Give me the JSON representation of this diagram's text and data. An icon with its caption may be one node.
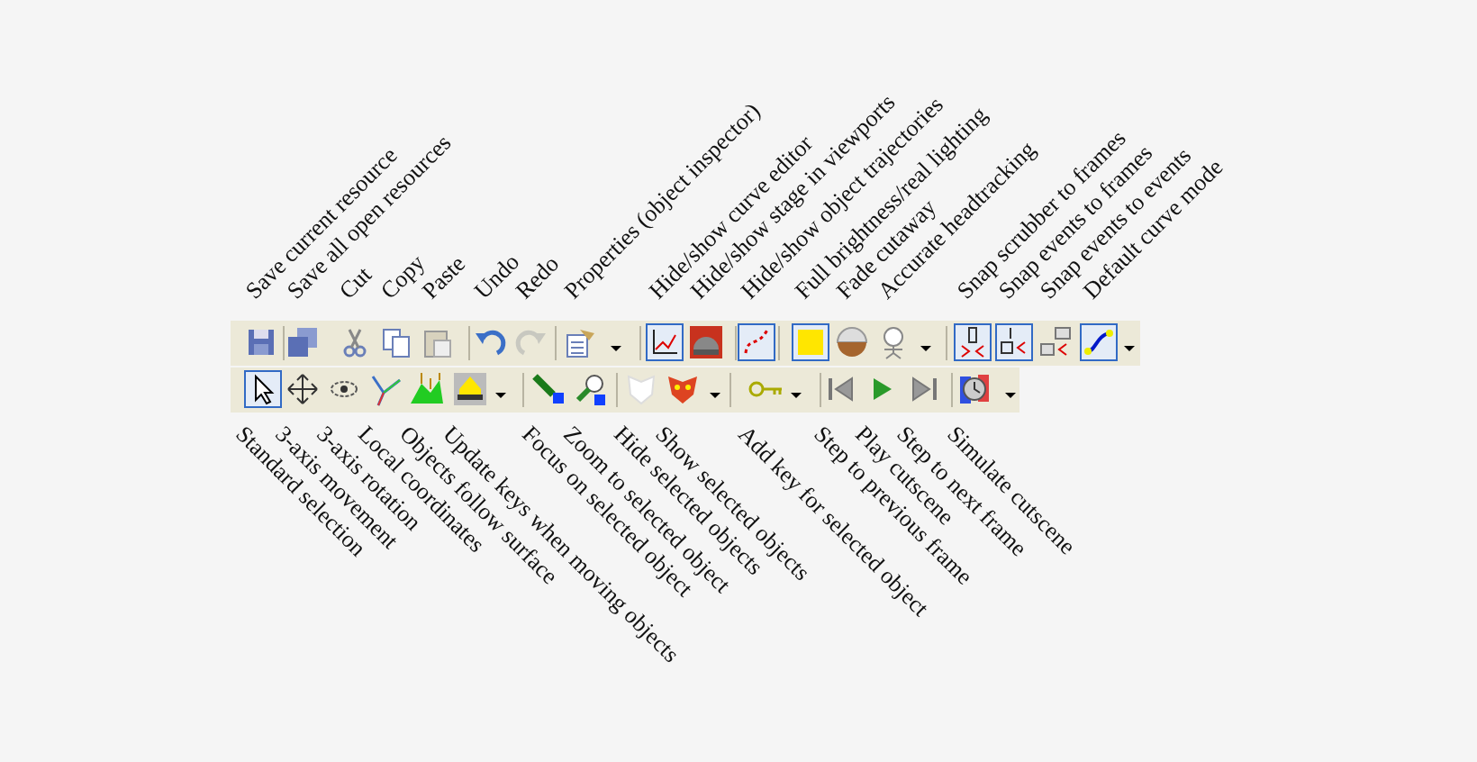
{
  "diagram": {
    "labels": [
      "Save current resource",
      "Save all open resources",
      "Cut",
      "Copy",
      "Paste",
      "Undo",
      "Redo",
      "Properties (object inspector)",
      "Hide/show curve editor",
      "Hide/show stage in viewports",
      "Hide/show object trajectories",
      "Full brightness/real lighting",
      "Fade cutaway",
      "Accurate headtracking",
      "Snap scrubber to frames",
      "Snap events to frames",
      "Snap events to events",
      "Default curve mode",
      "Standard selection",
      "3-axis movement",
      "3-axis rotation",
      "Local coordinates",
      "Objects follow surface",
      "Update keys when moving objects",
      "Focus on selected object",
      "Zoom to selected object",
      "Hide selected objects",
      "Show selected objects",
      "Add key for selected object",
      "Step to previous frame",
      "Play cutscene",
      "Step to next frame",
      "Simulate cutscene"
    ]
  }
}
